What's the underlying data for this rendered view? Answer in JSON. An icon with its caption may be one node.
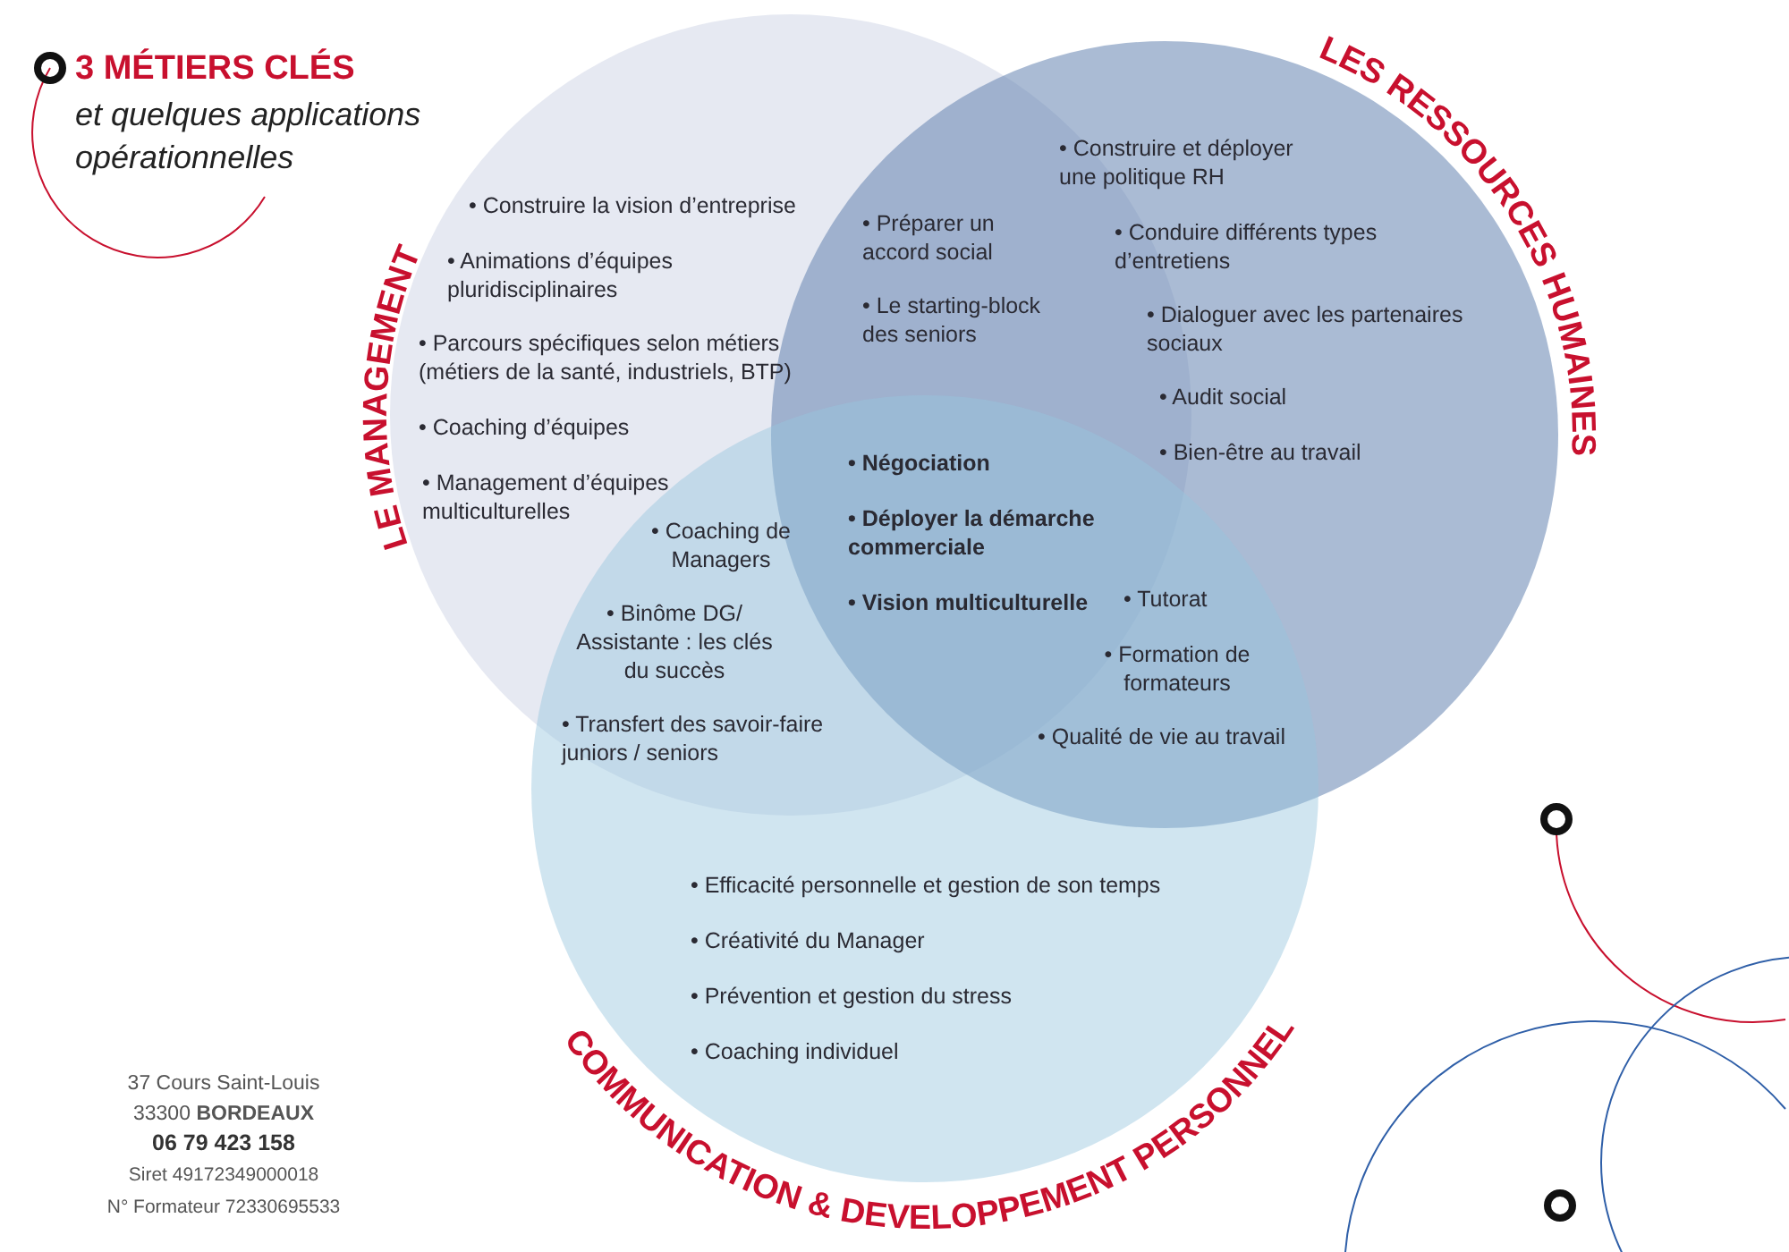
{
  "diagram": {
    "title": "3 MÉTIERS CLÉS",
    "nodes": [
      {
        "text": [
          "LE MANAGEMENT"
        ]
      },
      {
        "text": [
          "LES RESSOURCES HUMAINES"
        ]
      },
      {
        "text": [
          "COMMUNICATION & DEVELOPPEMENT PERSONNEL"
        ]
      }
    ],
    "labels": [
      "et quelques applications opérationnelles",
      "• Construire la vision d’entreprise",
      "• Construire et déployer une politique RH",
      "• Préparer un accord social",
      "• Animations d’équipes pluridisciplinaires",
      "• Conduire différents types d’entretiens",
      "• Le starting-block des seniors",
      "• Dialoguer avec les partenaires sociaux",
      "• Parcours spécifiques selon métiers (métiers de la santé, industriels, BTP)",
      "• Audit social",
      "• Coaching d’équipes",
      "• Bien-être au travail",
      "• Négociation",
      "• Management d’équipes multiculturelles",
      "• Déployer la démarche commerciale",
      "• Coaching de Managers",
      "• Tutorat",
      "• Vision multiculturelle",
      "• Binôme DG/ Assistante : les clés du succès",
      "• Formation de formateurs",
      "• Transfert des savoir-faire juniors / seniors",
      "• Qualité de vie au travail",
      "• Efficacité personnelle et gestion de son temps",
      "• Créativité du Manager",
      "• Prévention et gestion du stress",
      "• Coaching individuel",
      "37 Cours Saint-Louis",
      "33300 **BORDEAUX**",
      "06 79 423 158",
      "Siret 49172349000018",
      "N° Formateur 72330695533"
    ]
  }
}
